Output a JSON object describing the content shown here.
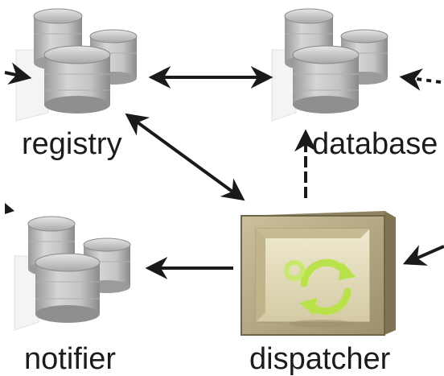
{
  "diagram": {
    "nodes": {
      "registry": {
        "label": "registry",
        "icon": "database-cluster-icon"
      },
      "database": {
        "label": "database",
        "icon": "database-cluster-icon"
      },
      "notifier": {
        "label": "notifier",
        "icon": "database-cluster-icon"
      },
      "dispatcher": {
        "label": "dispatcher",
        "icon": "dispatcher-box-icon"
      }
    },
    "edges": [
      {
        "from": "registry",
        "to": "database",
        "style": "bidirectional"
      },
      {
        "from": "registry",
        "to": "dispatcher",
        "style": "bidirectional"
      },
      {
        "from": "dispatcher",
        "to": "database",
        "style": "directed"
      },
      {
        "from": "dispatcher",
        "to": "notifier",
        "style": "directed"
      },
      {
        "from": "offscreen-right",
        "to": "database",
        "style": "directed-dashed"
      },
      {
        "from": "offscreen-right",
        "to": "dispatcher",
        "style": "directed"
      },
      {
        "from": "offscreen-left",
        "to": "registry",
        "style": "directed"
      },
      {
        "from": "offscreen-left",
        "to": "notifier",
        "style": "directed"
      }
    ],
    "colors": {
      "cylinder_light": "#d9d9d9",
      "cylinder_dark": "#8f8f8f",
      "box_face": "#b8ad88",
      "box_inner": "#e6dfbf",
      "recycle_green": "#b9e24a",
      "arrow": "#1a1a1a"
    }
  }
}
